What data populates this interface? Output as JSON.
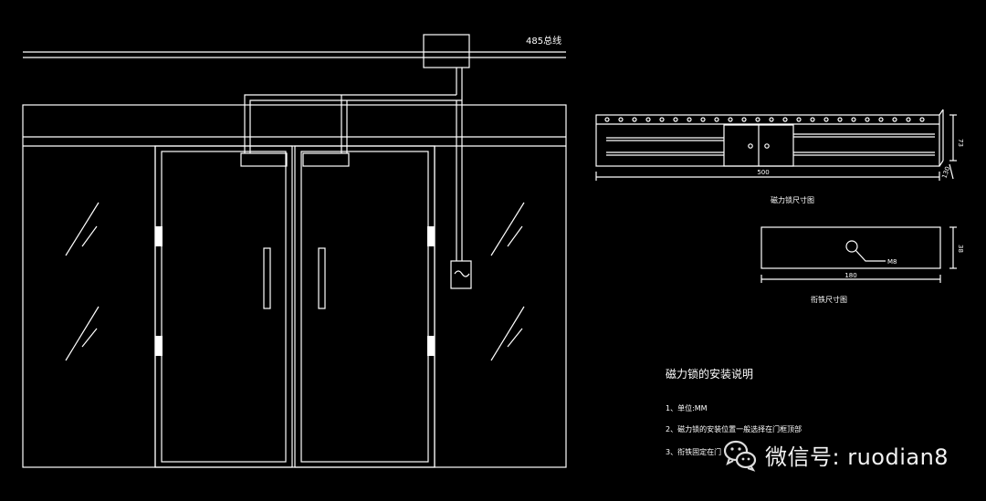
{
  "labels": {
    "bus": "485总线",
    "lock_dim_title": "磁力锁尺寸图",
    "plate_dim_title": "衔铁尺寸图",
    "lock_length": "500",
    "lock_height": "73",
    "lock_depth": "130",
    "plate_length": "180",
    "plate_height": "38",
    "plate_hole": "M8"
  },
  "notes": {
    "title": "磁力锁的安装说明",
    "items": [
      "1、单位:MM",
      "2、磁力锁的安装位置一般选择在门框顶部",
      "3、衔铁固定在门"
    ]
  },
  "watermark": {
    "icon": "wechat-icon",
    "text": "微信号: ruodian8"
  },
  "colors": {
    "background": "#000000",
    "line": "#ffffff"
  }
}
